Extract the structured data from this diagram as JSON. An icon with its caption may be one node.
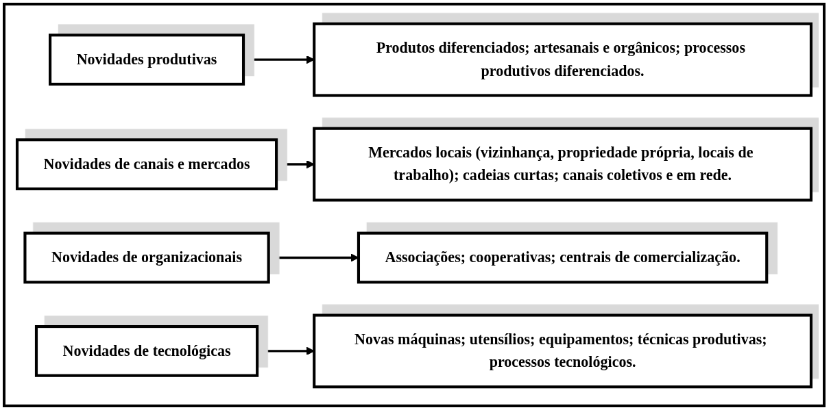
{
  "diagram": {
    "nodes": [
      {
        "text": [
          "Novidades produtivas"
        ]
      },
      {
        "text": [
          "Produtos diferenciados; artesanais e orgânicos; processos produtivos diferenciados."
        ]
      },
      {
        "text": [
          "Novidades de canais e mercados"
        ]
      },
      {
        "text": [
          "Mercados locais (vizinhança, propriedade própria, locais de trabalho); cadeias curtas; canais coletivos e em rede."
        ]
      },
      {
        "text": [
          "Novidades de organizacionais"
        ]
      },
      {
        "text": [
          "Associações; cooperativas; centrais de comercialização."
        ]
      },
      {
        "text": [
          "Novidades de tecnológicas"
        ]
      },
      {
        "text": [
          "Novas máquinas; utensílios; equipamentos; técnicas produtivas; processos tecnológicos."
        ]
      }
    ],
    "edges": [
      {
        "from": 0,
        "to": 1,
        "arrow": "to"
      },
      {
        "from": 2,
        "to": 3,
        "arrow": "to"
      },
      {
        "from": 4,
        "to": 5,
        "arrow": "to"
      },
      {
        "from": 6,
        "to": 7,
        "arrow": "to"
      }
    ]
  }
}
